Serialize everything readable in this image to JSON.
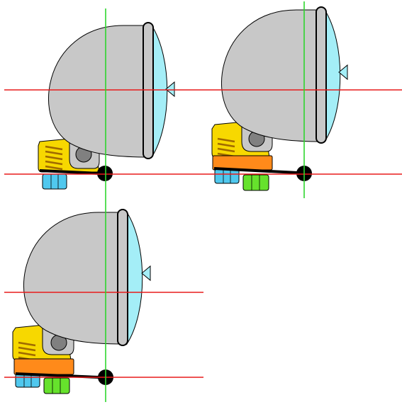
{
  "diagram": {
    "variants": [
      {
        "id": "variant-top-left",
        "spacer": false,
        "lower_nut": "cyan"
      },
      {
        "id": "variant-top-right",
        "spacer": true,
        "lower_nut": "green"
      },
      {
        "id": "variant-bottom-left",
        "spacer": true,
        "lower_nut": "green"
      }
    ]
  },
  "colors": {
    "lamp_shell": "#c8c8c8",
    "lens": "#a4eef7",
    "bracket": "#f7d800",
    "spacer_block": "#ff8a1a",
    "nut_cyan": "#50c8ee",
    "nut_green": "#66e22c",
    "stud": "#808080",
    "reference_line_red": "#e81b1b",
    "reference_line_green": "#2ed52e",
    "outline": "#000000"
  }
}
